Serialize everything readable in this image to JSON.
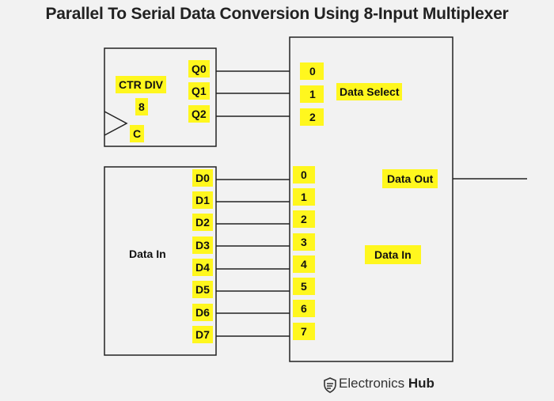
{
  "title": "Parallel To Serial Data Conversion Using 8-Input Multiplexer",
  "counter": {
    "label": "CTR DIV",
    "modulus": "8",
    "clock": "C",
    "outputs": [
      "Q0",
      "Q1",
      "Q2"
    ]
  },
  "data_source": {
    "label": "Data In",
    "outputs": [
      "D0",
      "D1",
      "D2",
      "D3",
      "D4",
      "D5",
      "D6",
      "D7"
    ]
  },
  "mux": {
    "select_inputs": [
      "0",
      "1",
      "2"
    ],
    "select_label": "Data Select",
    "data_inputs": [
      "0",
      "1",
      "2",
      "3",
      "4",
      "5",
      "6",
      "7"
    ],
    "data_label": "Data In",
    "output_label": "Data Out"
  },
  "brand": {
    "name": "Electronics",
    "suffix": "Hub"
  },
  "colors": {
    "label_bg": "#fff71e",
    "line": "#222222",
    "background": "#f2f2f2"
  }
}
